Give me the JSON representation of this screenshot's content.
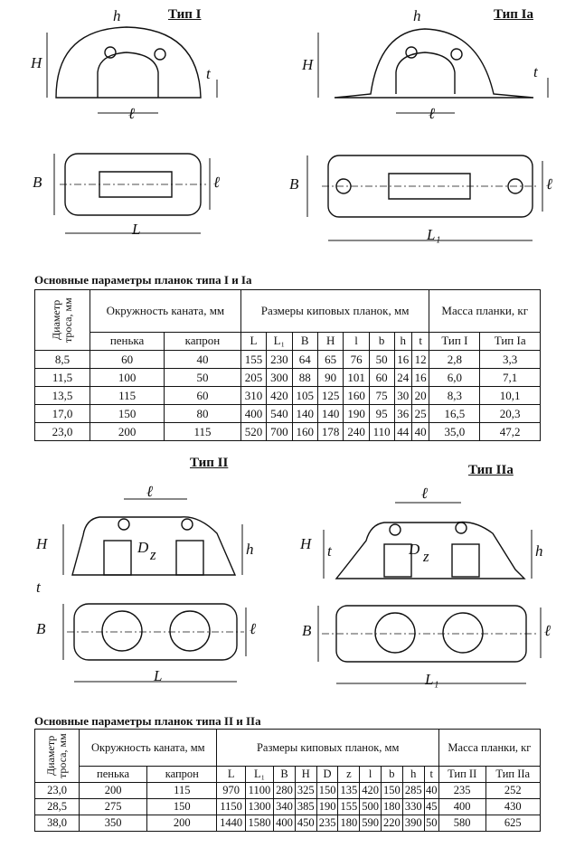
{
  "drawings": {
    "type1_label": "Тип I",
    "type1a_label": "Тип Iа",
    "type2_label": "Тип II",
    "type2a_label": "Тип IIа",
    "dims": {
      "H": "H",
      "h": "h",
      "t": "t",
      "l": "ℓ",
      "B": "B",
      "b": "ℓ",
      "L": "L",
      "L1": "L₁",
      "D": "D",
      "z": "z"
    }
  },
  "table1": {
    "caption": "Основные параметры планок типа I и Iа",
    "h_diam": "Диаметр троса, мм",
    "h_circ": "Окружность каната, мм",
    "h_sizes": "Размеры киповых планок, мм",
    "h_mass": "Масса планки, кг",
    "sub": [
      "пенька",
      "капрон",
      "L",
      "L₁",
      "B",
      "H",
      "l",
      "b",
      "h",
      "t",
      "Тип I",
      "Тип Iа"
    ],
    "rows": [
      [
        "8,5",
        "60",
        "40",
        "155",
        "230",
        "64",
        "65",
        "76",
        "50",
        "16",
        "12",
        "2,8",
        "3,3"
      ],
      [
        "11,5",
        "100",
        "50",
        "205",
        "300",
        "88",
        "90",
        "101",
        "60",
        "24",
        "16",
        "6,0",
        "7,1"
      ],
      [
        "13,5",
        "115",
        "60",
        "310",
        "420",
        "105",
        "125",
        "160",
        "75",
        "30",
        "20",
        "8,3",
        "10,1"
      ],
      [
        "17,0",
        "150",
        "80",
        "400",
        "540",
        "140",
        "140",
        "190",
        "95",
        "36",
        "25",
        "16,5",
        "20,3"
      ],
      [
        "23,0",
        "200",
        "115",
        "520",
        "700",
        "160",
        "178",
        "240",
        "110",
        "44",
        "40",
        "35,0",
        "47,2"
      ]
    ]
  },
  "table2": {
    "caption": "Основные параметры планок типа II и IIа",
    "h_diam": "Диаметр троса, мм",
    "h_circ": "Окружность каната, мм",
    "h_sizes": "Размеры киповых планок, мм",
    "h_mass": "Масса планки, кг",
    "sub": [
      "пенька",
      "капрон",
      "L",
      "L₁",
      "B",
      "H",
      "D",
      "z",
      "l",
      "b",
      "h",
      "t",
      "Тип II",
      "Тип IIа"
    ],
    "rows": [
      [
        "23,0",
        "200",
        "115",
        "970",
        "1100",
        "280",
        "325",
        "150",
        "135",
        "420",
        "150",
        "285",
        "40",
        "235",
        "252"
      ],
      [
        "28,5",
        "275",
        "150",
        "1150",
        "1300",
        "340",
        "385",
        "190",
        "155",
        "500",
        "180",
        "330",
        "45",
        "400",
        "430"
      ],
      [
        "38,0",
        "350",
        "200",
        "1440",
        "1580",
        "400",
        "450",
        "235",
        "180",
        "590",
        "220",
        "390",
        "50",
        "580",
        "625"
      ]
    ]
  }
}
